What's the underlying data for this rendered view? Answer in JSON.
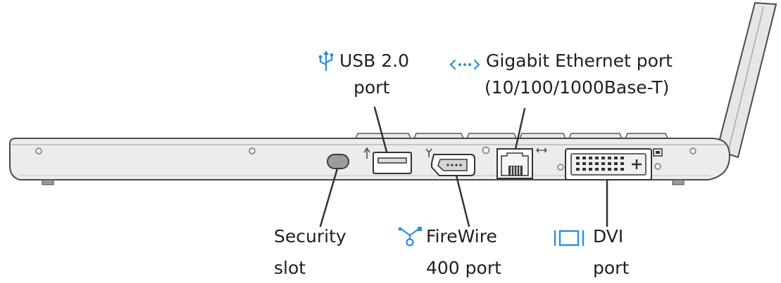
{
  "colors": {
    "icon_blue": "#2c8fd8",
    "text": "#1f1f1f",
    "body_fill": "#ececec",
    "outline": "#4a4a4a"
  },
  "callouts": {
    "usb": {
      "icon": "usb-icon",
      "line1": "USB 2.0",
      "line2": "port"
    },
    "ethernet": {
      "icon": "ethernet-icon",
      "line1": "Gigabit Ethernet port",
      "line2": "(10/100/1000Base-T)"
    },
    "security": {
      "line1": "Security",
      "line2": "slot"
    },
    "firewire": {
      "icon": "firewire-icon",
      "line1": "FireWire",
      "line2": "400 port"
    },
    "dvi": {
      "icon": "display-icon",
      "line1": "DVI",
      "line2": "port"
    }
  }
}
